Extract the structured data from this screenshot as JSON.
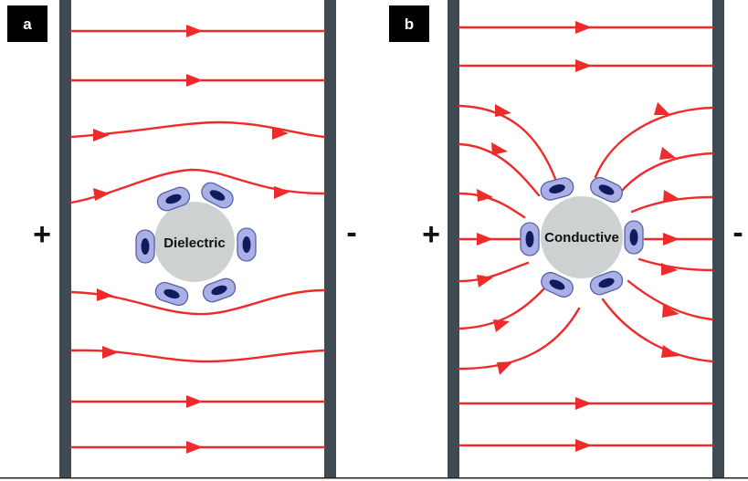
{
  "panels": [
    {
      "id": "a",
      "tag": "a",
      "particle_label": "Dielectric",
      "left_sign": "+",
      "right_sign": "-"
    },
    {
      "id": "b",
      "tag": "b",
      "particle_label": "Conductive",
      "left_sign": "+",
      "right_sign": "-"
    }
  ],
  "colors": {
    "field_line": "#ee2a2a",
    "electrode": "#3f4a52",
    "cell": "#a9b0e6",
    "nucleus": "#121a5e",
    "particle": "#cdd1d1",
    "tag_background": "#000000"
  }
}
